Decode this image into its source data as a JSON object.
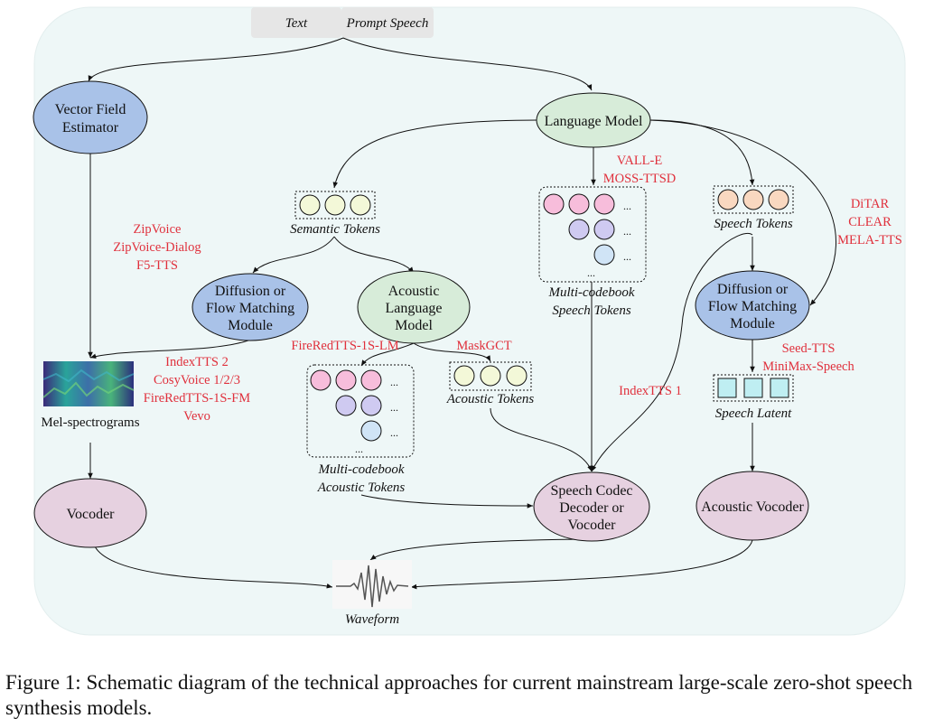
{
  "inputs": {
    "text": "Text",
    "prompt_speech": "Prompt Speech"
  },
  "nodes": {
    "vector_field_estimator": [
      "Vector Field",
      "Estimator"
    ],
    "language_model": [
      "Language Model"
    ],
    "diffusion_fm_left": [
      "Diffusion or",
      "Flow Matching",
      "Module"
    ],
    "acoustic_lm": [
      "Acoustic",
      "Language",
      "Model"
    ],
    "diffusion_fm_right": [
      "Diffusion or",
      "Flow Matching",
      "Module"
    ],
    "vocoder": [
      "Vocoder"
    ],
    "speech_codec": [
      "Speech Codec",
      "Decoder or",
      "Vocoder"
    ],
    "acoustic_vocoder": [
      "Acoustic Vocoder"
    ]
  },
  "tokens": {
    "semantic": [
      "Semantic Tokens"
    ],
    "speech": [
      "Speech Tokens"
    ],
    "multi_codebook_speech": [
      "Multi-codebook",
      "Speech Tokens"
    ],
    "multi_codebook_acoustic": [
      "Multi-codebook",
      "Acoustic Tokens"
    ],
    "acoustic": [
      "Acoustic Tokens"
    ],
    "speech_latent": [
      "Speech Latent"
    ],
    "waveform": [
      "Waveform"
    ]
  },
  "labels": {
    "mel_spectrograms": "Mel-spectrograms",
    "ellipsis": "..."
  },
  "models": {
    "flow_branch": [
      "ZipVoice",
      "ZipVoice-Dialog",
      "F5-TTS"
    ],
    "semantic_fm": [
      "IndexTTS 2",
      "CosyVoice 1/2/3",
      "FireRedTTS-1S-FM",
      "Vevo"
    ],
    "codec_lm": [
      "VALL-E",
      "MOSS-TTSD"
    ],
    "continuous_ar": [
      "DiTAR",
      "CLEAR",
      "MELA-TTS"
    ],
    "firered_lm": [
      "FireRedTTS-1S-LM"
    ],
    "maskgct": [
      "MaskGCT"
    ],
    "indextts1": [
      "IndexTTS 1"
    ],
    "latent": [
      "Seed-TTS",
      "MiniMax-Speech"
    ]
  },
  "caption": "Figure 1: Schematic diagram of the technical approaches for current mainstream large-scale zero-shot speech synthesis models.",
  "colors": {
    "background_panel": "#eef7f7",
    "blue_node": "#a9c2e8",
    "green_node": "#d7ecd9",
    "pink_node": "#e6d1e0",
    "model_text": "#e0303c",
    "semantic_token": "#f3f8d8",
    "speech_token": "#f9d8c0",
    "pink_token": "#f7bddb",
    "purple_token": "#cfcaf1",
    "blue_token": "#d0e4f6",
    "latent_square": "#bfeef2"
  }
}
